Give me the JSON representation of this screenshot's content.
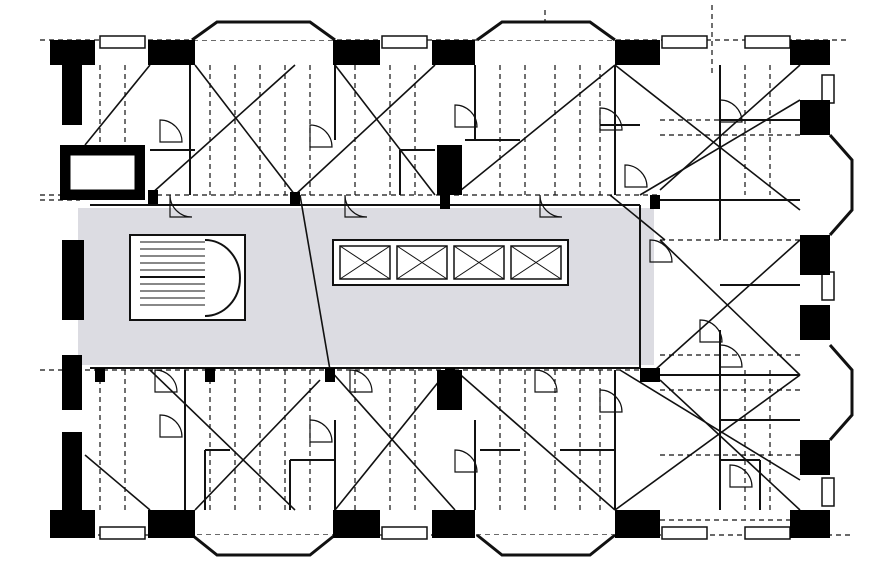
{
  "colors": {
    "background": "#ffffff",
    "corridor": "#dcdce2",
    "walls": "#000000",
    "lines": "#111111"
  },
  "plan": {
    "elements": [
      "structural-columns",
      "corridor",
      "stair",
      "elevators",
      "bay-windows",
      "windows",
      "doors",
      "dashed-grid",
      "diagonal-lines"
    ]
  }
}
